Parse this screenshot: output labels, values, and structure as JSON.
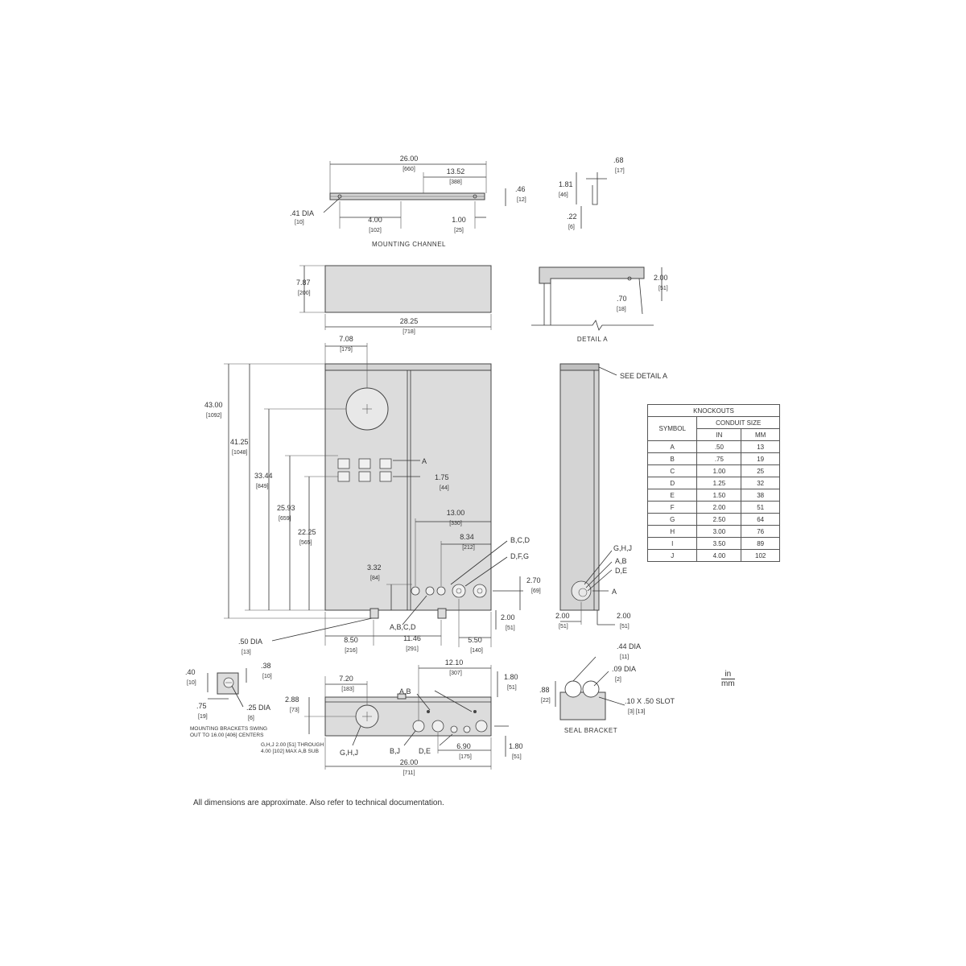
{
  "mounting_channel": {
    "title": "MOUNTING CHANNEL",
    "dims": {
      "overall": "26.00",
      "overall_mm": "[660]",
      "half": "13.52",
      "half_mm": "[388]",
      "hole": ".41 DIA",
      "hole_mm": "[10]",
      "spacing": "4.00",
      "spacing_mm": "[102]",
      "end": "1.00",
      "end_mm": "[25]",
      "height": ".46",
      "height_mm": "[12]"
    }
  },
  "channel_section": {
    "top": ".68",
    "top_mm": "[17]",
    "depth": "1.81",
    "depth_mm": "[46]",
    "lip": ".22",
    "lip_mm": "[6]"
  },
  "top_view": {
    "height": "7.87",
    "height_mm": "[200]",
    "width": "28.25",
    "width_mm": "[718]"
  },
  "detail_a": {
    "title": "DETAIL A",
    "d1": "2.00",
    "d1_mm": "[51]",
    "d2": ".70",
    "d2_mm": "[18]"
  },
  "front_view": {
    "top_circle": "7.08",
    "top_circle_mm": "[179]",
    "h_total": "43.00",
    "h_total_mm": "[1092]",
    "h1": "41.25",
    "h1_mm": "[1048]",
    "h2": "33.44",
    "h2_mm": "[849]",
    "h3": "25.93",
    "h3_mm": "[659]",
    "h4": "22.25",
    "h4_mm": "[565]",
    "ko_gap": "1.75",
    "ko_gap_mm": "[44]",
    "w13": "13.00",
    "w13_mm": "[330]",
    "w834": "8.34",
    "w834_mm": "[212]",
    "w332": "3.32",
    "w332_mm": "[84]",
    "h270": "2.70",
    "h270_mm": "[69]",
    "h200": "2.00",
    "h200_mm": "[51]",
    "w850": "8.50",
    "w850_mm": "[216]",
    "w1146": "11.46",
    "w1146_mm": "[291]",
    "w550": "5.50",
    "w550_mm": "[140]",
    "bracket_dia": ".50 DIA",
    "bracket_dia_mm": "[13]",
    "ko_tags": [
      "B,C,D",
      "D,F,G",
      "A,B,C,D"
    ],
    "ko_mark": "A"
  },
  "side_view": {
    "callout": "SEE DETAIL A",
    "ko_tags": [
      "G,H,J",
      "A,B",
      "D,E"
    ],
    "ko_mark": "A",
    "w1": "2.00",
    "w1_mm": "[51]",
    "w2": "2.00",
    "w2_mm": "[51]"
  },
  "bracket": {
    "title": "MOUNTING BRACKETS SWING OUT TO 16.00 [406] CENTERS",
    "d40": ".40",
    "d40_mm": "[10]",
    "d38": ".38",
    "d38_mm": "[10]",
    "d75": ".75",
    "d75_mm": "[19]",
    "dia": ".25 DIA",
    "dia_mm": "[6]"
  },
  "bottom_view": {
    "w720": "7.20",
    "w720_mm": "[183]",
    "h288": "2.88",
    "h288_mm": "[73]",
    "w1210": "12.10",
    "w1210_mm": "[307]",
    "h180a": "1.80",
    "h180a_mm": "[51]",
    "h180b": "1.80",
    "h180b_mm": "[51]",
    "w690": "6.90",
    "w690_mm": "[175]",
    "w2600": "26.00",
    "w2600_mm": "[711]",
    "tags": [
      "A,B",
      "G,H,J",
      "B,J",
      "D,E"
    ],
    "note": "G,H,J 2.00 [51] THROUGH 4.00 [102] MAX A,B SUB"
  },
  "seal_bracket": {
    "title": "SEAL BRACKET",
    "dia1": ".44 DIA",
    "dia1_mm": "[11]",
    "dia2": ".09 DIA",
    "dia2_mm": "[2]",
    "slot": ".10 X .50 SLOT",
    "slot_mm": "[3]  [13]",
    "h": ".88",
    "h_mm": "[22]"
  },
  "knockouts": {
    "title": "KNOCKOUTS",
    "col_symbol": "SYMBOL",
    "col_conduit": "CONDUIT SIZE",
    "col_in": "IN",
    "col_mm": "MM",
    "rows": [
      {
        "symbol": "A",
        "in": ".50",
        "mm": "13"
      },
      {
        "symbol": "B",
        "in": ".75",
        "mm": "19"
      },
      {
        "symbol": "C",
        "in": "1.00",
        "mm": "25"
      },
      {
        "symbol": "D",
        "in": "1.25",
        "mm": "32"
      },
      {
        "symbol": "E",
        "in": "1.50",
        "mm": "38"
      },
      {
        "symbol": "F",
        "in": "2.00",
        "mm": "51"
      },
      {
        "symbol": "G",
        "in": "2.50",
        "mm": "64"
      },
      {
        "symbol": "H",
        "in": "3.00",
        "mm": "76"
      },
      {
        "symbol": "I",
        "in": "3.50",
        "mm": "89"
      },
      {
        "symbol": "J",
        "in": "4.00",
        "mm": "102"
      }
    ]
  },
  "units": {
    "top": "in",
    "bottom": "mm"
  },
  "note": "All dimensions are approximate. Also refer to technical documentation."
}
